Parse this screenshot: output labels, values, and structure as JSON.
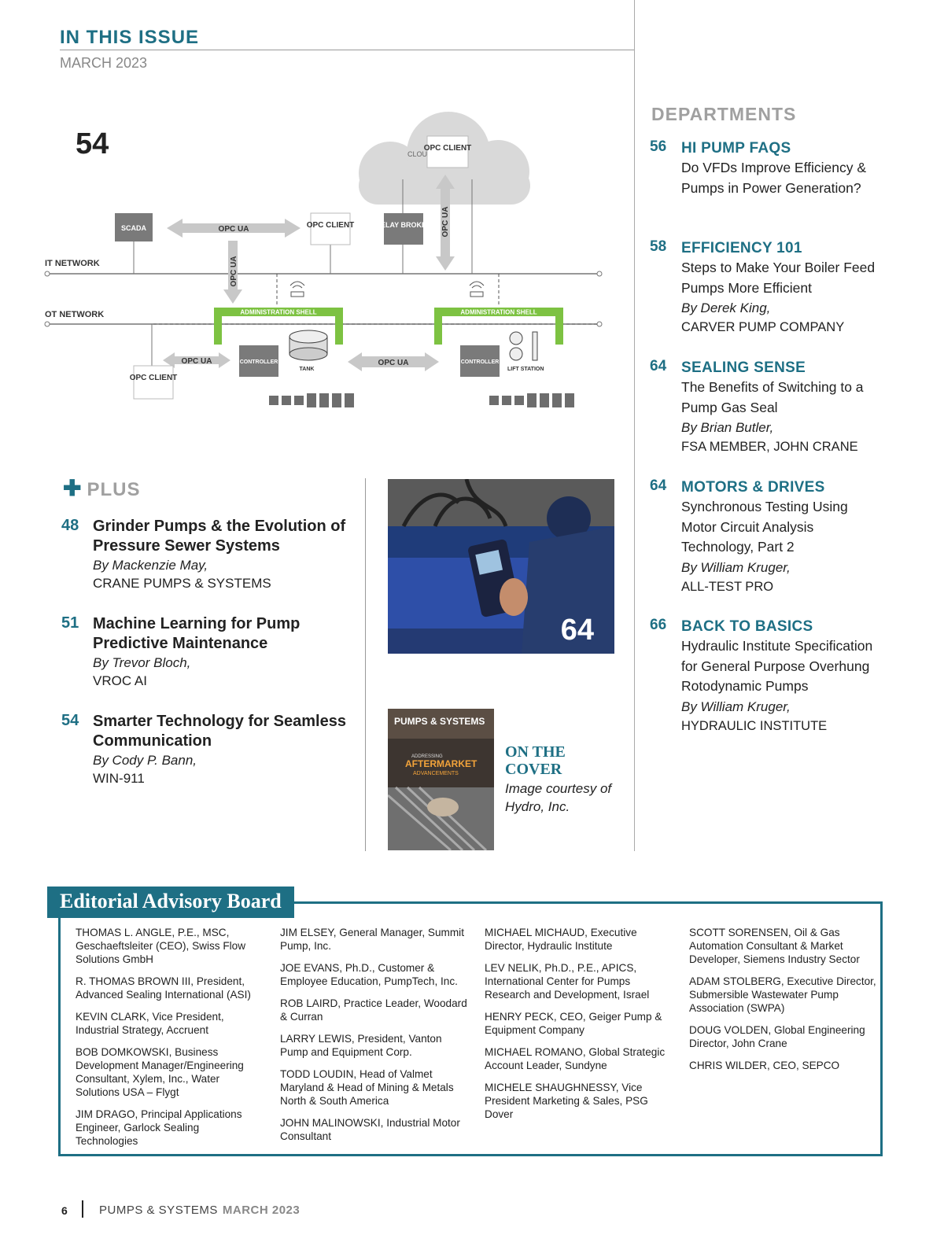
{
  "header": {
    "title": "IN THIS ISSUE",
    "date": "MARCH 2023"
  },
  "diagram": {
    "page_number": "54",
    "labels": {
      "cloud": "CLOUD",
      "opc_client": "OPC CLIENT",
      "scada": "SCADA",
      "opc_ua": "OPC UA",
      "relay_broker": "RELAY BROKER",
      "it_network": "IT NETWORK",
      "ot_network": "OT NETWORK",
      "administration_shell": "ADMINISTRATION SHELL",
      "controller": "CONTROLLER",
      "tank": "TANK",
      "lift_station": "LIFT STATION"
    }
  },
  "plus": {
    "heading": "PLUS",
    "items": [
      {
        "num": "48",
        "title": "Grinder Pumps & the Evolution of Pressure Sewer Systems",
        "author": "By Mackenzie May,",
        "company": "CRANE PUMPS & SYSTEMS"
      },
      {
        "num": "51",
        "title": "Machine Learning for Pump Predictive Maintenance",
        "author": "By Trevor Bloch,",
        "company": "VROC AI"
      },
      {
        "num": "54",
        "title": "Smarter Technology for Seamless Communication",
        "author": "By Cody P. Bann,",
        "company": "WIN-911"
      }
    ]
  },
  "photo": {
    "page_number": "64"
  },
  "cover": {
    "magazine_name": "PUMPS & SYSTEMS",
    "kicker": "ADDRESSING",
    "headline_1": "AFTERMARKET",
    "headline_2": "ADVANCEMENTS",
    "heading_line1": "ON THE",
    "heading_line2": "COVER",
    "caption": "Image courtesy of Hydro, Inc."
  },
  "departments": {
    "heading": "DEPARTMENTS",
    "items": [
      {
        "num": "56",
        "section": "HI PUMP FAQS",
        "title": "Do VFDs Improve Efficiency & Pumps in Power Generation?",
        "author": "",
        "company": ""
      },
      {
        "num": "58",
        "section": "EFFICIENCY 101",
        "title": "Steps to Make Your Boiler Feed Pumps More Efficient",
        "author": "By Derek King,",
        "company": "CARVER PUMP COMPANY"
      },
      {
        "num": "64",
        "section": "SEALING SENSE",
        "title": "The Benefits of Switching to a Pump Gas Seal",
        "author": "By Brian Butler,",
        "company": "FSA MEMBER, JOHN CRANE"
      },
      {
        "num": "64",
        "section": "MOTORS & DRIVES",
        "title": "Synchronous Testing Using Motor Circuit Analysis Technology, Part 2",
        "author": "By William Kruger,",
        "company": "ALL-TEST PRO"
      },
      {
        "num": "66",
        "section": "BACK TO BASICS",
        "title": "Hydraulic Institute Specification for General Purpose Overhung Rotodynamic Pumps",
        "author": "By William Kruger,",
        "company": "HYDRAULIC INSTITUTE"
      }
    ]
  },
  "board": {
    "title": "Editorial Advisory Board",
    "columns": [
      [
        "THOMAS L. ANGLE, P.E., MSC, Geschaeftsleiter (CEO), Swiss Flow Solutions GmbH",
        "R. THOMAS BROWN III, President, Advanced Sealing International (ASI)",
        "KEVIN CLARK, Vice President, Industrial Strategy, Accruent",
        "BOB DOMKOWSKI, Business Development Manager/Engineering Consultant, Xylem, Inc., Water Solutions USA – Flygt",
        "JIM DRAGO, Principal Applications Engineer, Garlock Sealing Technologies"
      ],
      [
        "JIM ELSEY, General Manager, Summit Pump, Inc.",
        "JOE EVANS, Ph.D., Customer & Employee Education, PumpTech, Inc.",
        "ROB LAIRD, Practice Leader, Woodard & Curran",
        "LARRY LEWIS, President, Vanton Pump and Equipment Corp.",
        "TODD LOUDIN, Head of Valmet Maryland & Head of Mining & Metals North & South America",
        "JOHN MALINOWSKI, Industrial Motor Consultant"
      ],
      [
        "MICHAEL MICHAUD, Executive Director, Hydraulic Institute",
        "LEV NELIK, Ph.D., P.E., APICS, International Center for Pumps Research and Development, Israel",
        "HENRY PECK, CEO, Geiger Pump & Equipment Company",
        "MICHAEL ROMANO, Global Strategic Account Leader, Sundyne",
        "MICHELE SHAUGHNESSY, Vice President Marketing & Sales, PSG Dover"
      ],
      [
        "SCOTT SORENSEN, Oil & Gas Automation Consultant & Market Developer, Siemens Industry Sector",
        "ADAM STOLBERG, Executive Director, Submersible Wastewater Pump Association (SWPA)",
        "DOUG VOLDEN, Global Engineering Director, John Crane",
        "CHRIS WILDER, CEO, SEPCO"
      ]
    ]
  },
  "footer": {
    "page": "6",
    "publication": "PUMPS & SYSTEMS",
    "date": "MARCH 2023"
  },
  "colors": {
    "accent": "#1e6f84",
    "green": "#7dc242",
    "gray": "#a0a0a0"
  }
}
